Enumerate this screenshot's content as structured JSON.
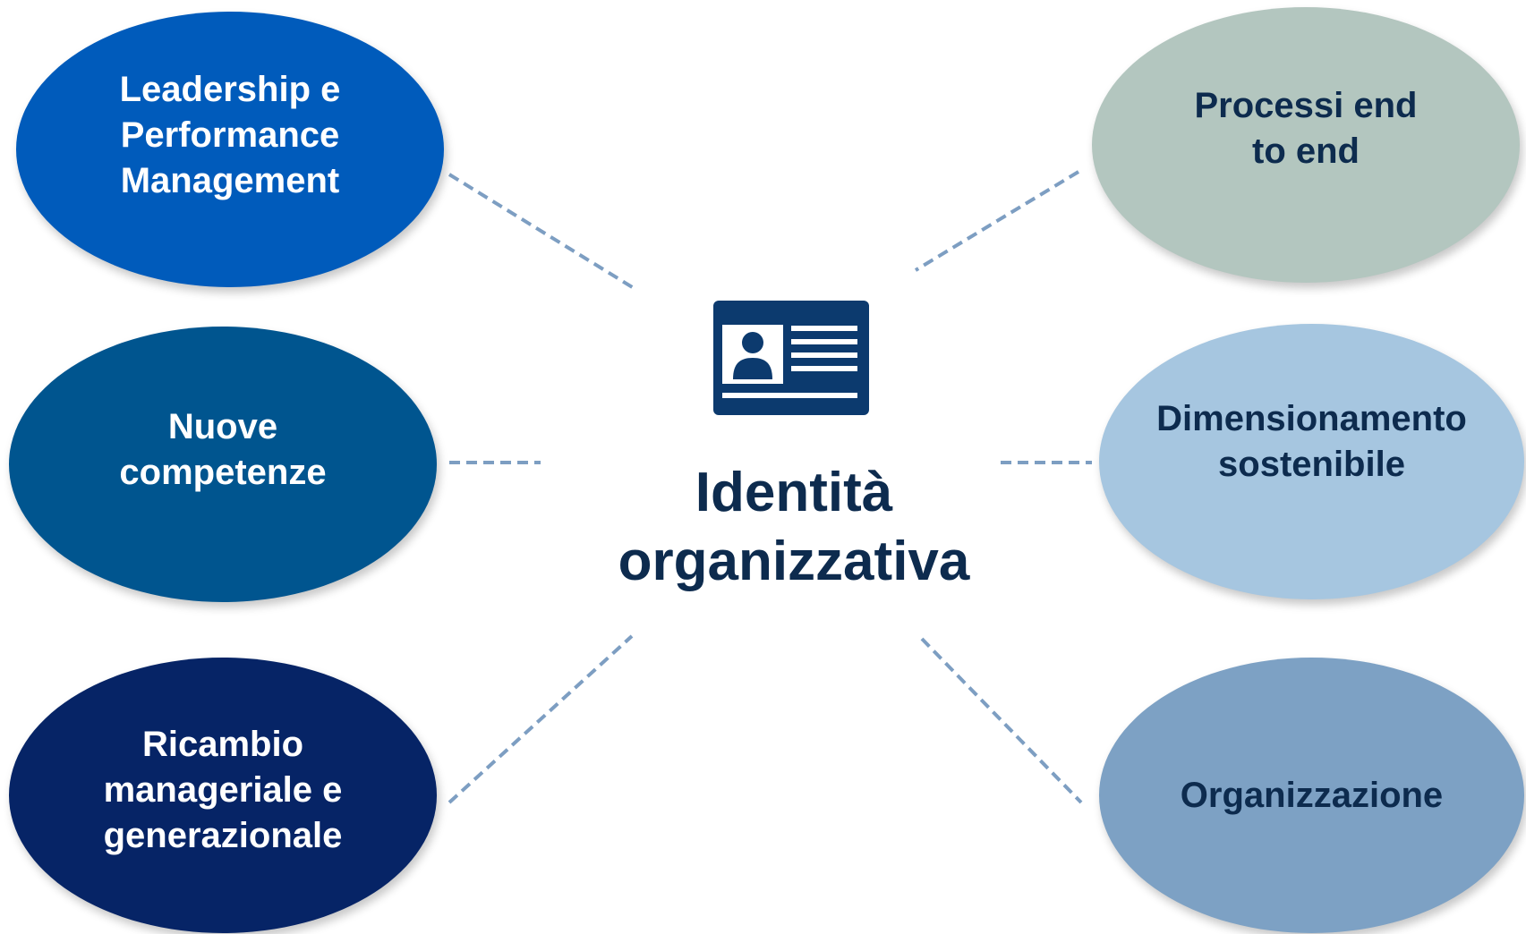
{
  "center": {
    "icon": "id-card-icon",
    "title": "Identità\norganizzativa"
  },
  "nodes": {
    "leadership": {
      "label": "Leadership e\nPerformance\nManagement",
      "color": "#005bbb"
    },
    "competenze": {
      "label": "Nuove\ncompetenze",
      "color": "#00558f"
    },
    "ricambio": {
      "label": "Ricambio\nmanageriale e\ngenerazionale",
      "color": "#062466"
    },
    "processi": {
      "label": "Processi end\nto end",
      "color": "#b3c6bf"
    },
    "dimensionamento": {
      "label": "Dimensionamento\nsostenibile",
      "color": "#a6c6e0"
    },
    "organizzazione": {
      "label": "Organizzazione",
      "color": "#7da1c4"
    }
  },
  "connector_color": "#7d9ec2"
}
